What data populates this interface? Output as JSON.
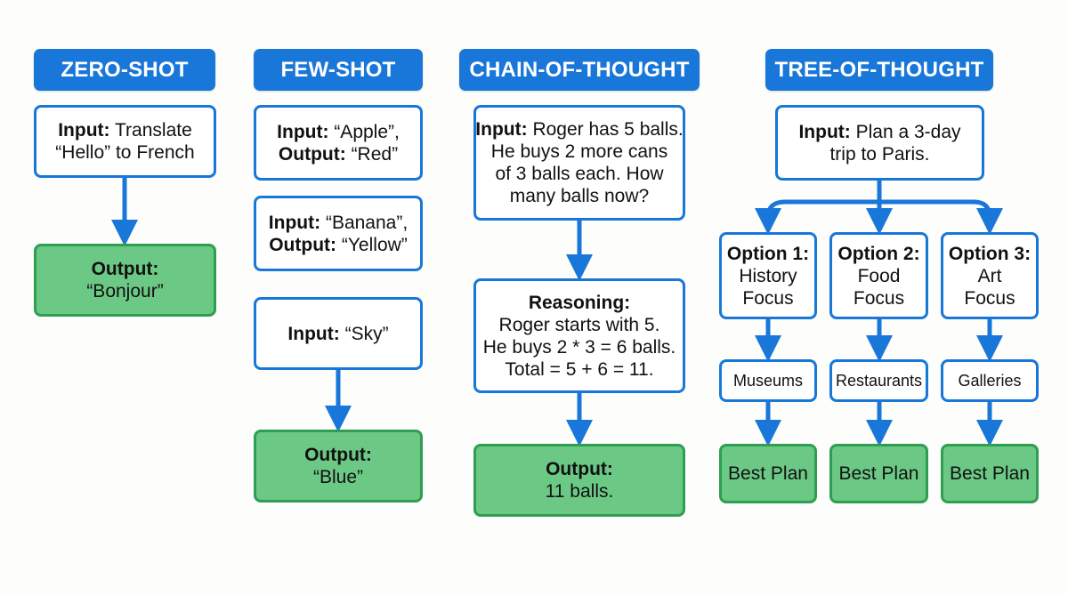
{
  "columns": {
    "zero_shot": {
      "header": "ZERO-SHOT",
      "input": {
        "label": "Input:",
        "line1": "Translate",
        "line2": "“Hello” to French"
      },
      "output": {
        "label": "Output:",
        "text": "“Bonjour”"
      }
    },
    "few_shot": {
      "header": "FEW-SHOT",
      "example1": {
        "in_label": "Input:",
        "in_text": "“Apple”,",
        "out_label": "Output:",
        "out_text": "“Red”"
      },
      "example2": {
        "in_label": "Input:",
        "in_text": "“Banana”,",
        "out_label": "Output:",
        "out_text": "“Yellow”"
      },
      "query": {
        "label": "Input:",
        "text": "“Sky”"
      },
      "output": {
        "label": "Output:",
        "text": "“Blue”"
      }
    },
    "chain_of_thought": {
      "header": "CHAIN-OF-THOUGHT",
      "input": {
        "label": "Input:",
        "line1": "Roger has 5 balls.",
        "line2": "He buys 2 more cans",
        "line3": "of 3 balls each. How",
        "line4": "many balls now?"
      },
      "reasoning": {
        "label": "Reasoning:",
        "line1": "Roger starts with 5.",
        "line2": "He buys 2 * 3 = 6 balls.",
        "line3": "Total = 5 + 6 = 11."
      },
      "output": {
        "label": "Output:",
        "text": "11 balls."
      }
    },
    "tree_of_thought": {
      "header": "TREE-OF-THOUGHT",
      "input": {
        "label": "Input:",
        "line1": "Plan a 3-day",
        "line2": "trip to Paris."
      },
      "options": [
        {
          "label": "Option 1:",
          "line1": "History",
          "line2": "Focus",
          "step": "Museums",
          "result": "Best Plan"
        },
        {
          "label": "Option 2:",
          "line1": "Food",
          "line2": "Focus",
          "step": "Restaurants",
          "result": "Best Plan"
        },
        {
          "label": "Option 3:",
          "line1": "Art",
          "line2": "Focus",
          "step": "Galleries",
          "result": "Best Plan"
        }
      ]
    }
  },
  "colors": {
    "primary_blue": "#1877d8",
    "output_green": "#6cc985",
    "output_border": "#2e9e52",
    "background": "#fdfdfb"
  }
}
